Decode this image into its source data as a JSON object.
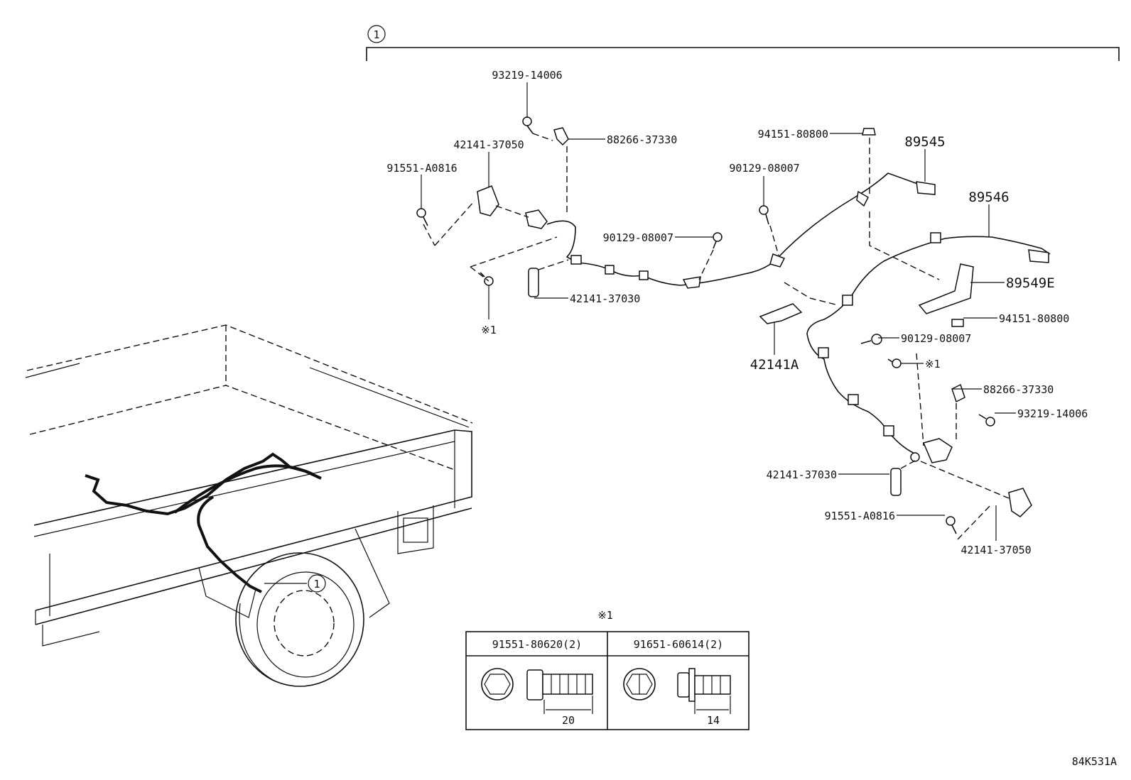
{
  "group_marker": "1",
  "callouts": {
    "c_93219_top": "93219-14006",
    "c_88266_top": "88266-37330",
    "c_42141_37050_top": "42141-37050",
    "c_91551_top": "91551-A0816",
    "c_note1_left": "※1",
    "c_42141_37030_left": "42141-37030",
    "c_90129_mid": "90129-08007",
    "c_90129_upper": "90129-08007",
    "c_94151_top": "94151-80800",
    "c_89545": "89545",
    "c_89546": "89546",
    "c_89549E": "89549E",
    "c_94151_right": "94151-80800",
    "c_42141A": "42141A",
    "c_90129_right": "90129-08007",
    "c_note1_right": "※1",
    "c_88266_right": "88266-37330",
    "c_93219_right": "93219-14006",
    "c_42141_37030_right": "42141-37030",
    "c_91551_right": "91551-A0816",
    "c_42141_37050_right": "42141-37050"
  },
  "vehicle_marker": "1",
  "table": {
    "title": "※1",
    "columns": [
      {
        "header": "91551-80620(2)",
        "dimension": "20"
      },
      {
        "header": "91651-60614(2)",
        "dimension": "14"
      }
    ]
  },
  "figure_code": "84K531A"
}
